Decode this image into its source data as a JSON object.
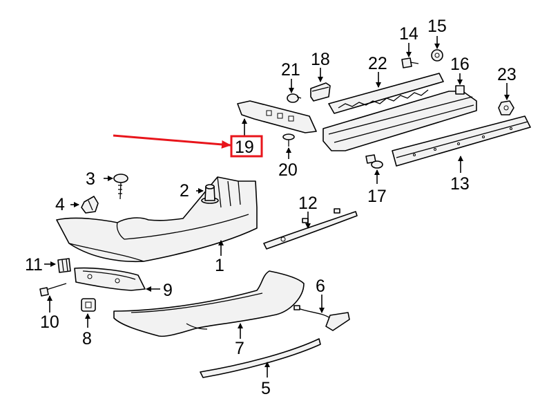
{
  "diagram": {
    "callouts": [
      "1",
      "2",
      "3",
      "4",
      "5",
      "6",
      "7",
      "8",
      "9",
      "10",
      "11",
      "12",
      "13",
      "14",
      "15",
      "16",
      "17",
      "18",
      "19",
      "20",
      "21",
      "22",
      "23"
    ],
    "highlight": {
      "label": "19",
      "color": "#e8151b"
    },
    "colors": {
      "line": "#000000",
      "part_fill": "#f2f2f2",
      "background": "#ffffff"
    }
  }
}
